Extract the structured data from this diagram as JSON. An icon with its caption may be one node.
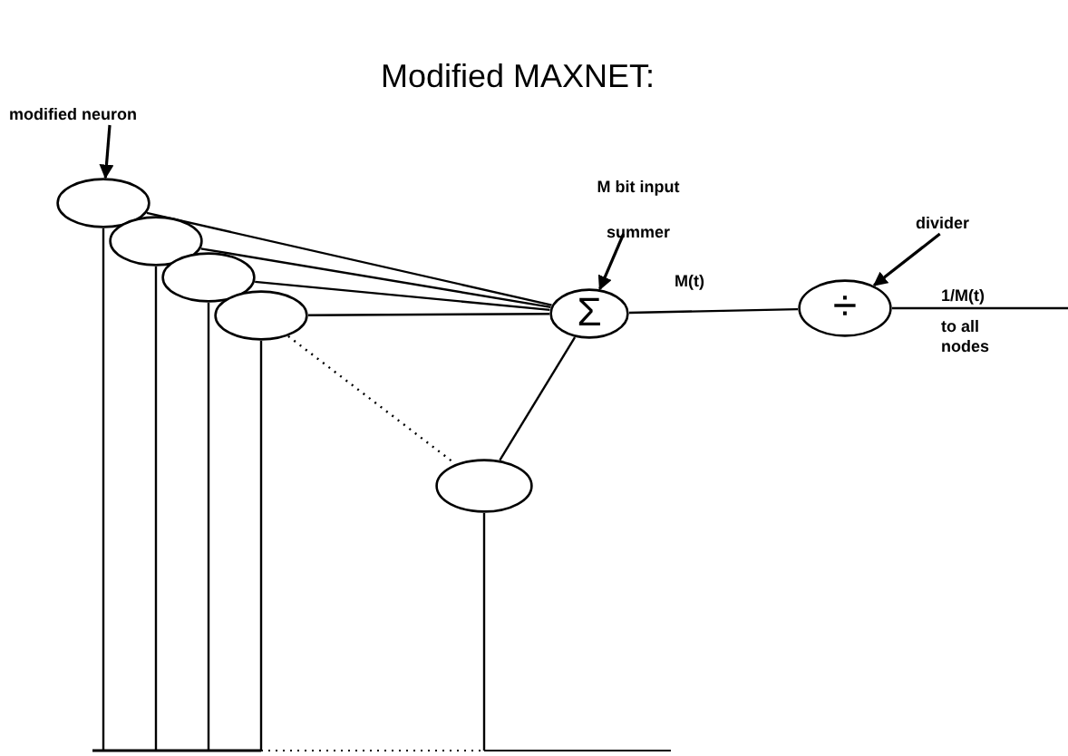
{
  "diagram": {
    "title": "Modified MAXNET:",
    "nodes": [
      {
        "text": [
          "modified neuron"
        ]
      },
      {
        "text": [
          "M bit input summer"
        ]
      },
      {
        "text": [
          "divider"
        ]
      },
      {
        "text": [],
        "shape": "ellipse"
      },
      {
        "text": [],
        "shape": "ellipse"
      },
      {
        "text": [],
        "shape": "ellipse"
      },
      {
        "text": [],
        "shape": "ellipse"
      },
      {
        "text": [
          "Σ"
        ]
      },
      {
        "text": [
          "÷"
        ]
      },
      {
        "text": [],
        "shape": "ellipse"
      }
    ],
    "edges": [
      {
        "from": 0,
        "to": 3,
        "arrow": "to"
      },
      {
        "from": 1,
        "to": 7,
        "arrow": "to"
      },
      {
        "from": 2,
        "to": 8,
        "arrow": "to"
      },
      {
        "from": 3,
        "to": 7,
        "arrow": "none"
      },
      {
        "from": 4,
        "to": 7,
        "arrow": "none"
      },
      {
        "from": 5,
        "to": 7,
        "arrow": "none"
      },
      {
        "from": 6,
        "to": 7,
        "arrow": "none"
      },
      {
        "from": 6,
        "to": 9,
        "arrow": "none",
        "style": "dashed"
      },
      {
        "from": 9,
        "to": 7,
        "arrow": "none"
      },
      {
        "from": 7,
        "to": 8,
        "arrow": "none",
        "label": "M(t)"
      },
      {
        "from": 8,
        "to": null,
        "arrow": "none",
        "label": "1/M(t)"
      },
      {
        "from": 3,
        "to": null,
        "arrow": "none"
      },
      {
        "from": 4,
        "to": null,
        "arrow": "none"
      },
      {
        "from": 5,
        "to": null,
        "arrow": "none"
      },
      {
        "from": 6,
        "to": null,
        "arrow": "none"
      },
      {
        "from": 9,
        "to": null,
        "arrow": "none"
      }
    ],
    "labels": [
      "to all nodes"
    ]
  }
}
